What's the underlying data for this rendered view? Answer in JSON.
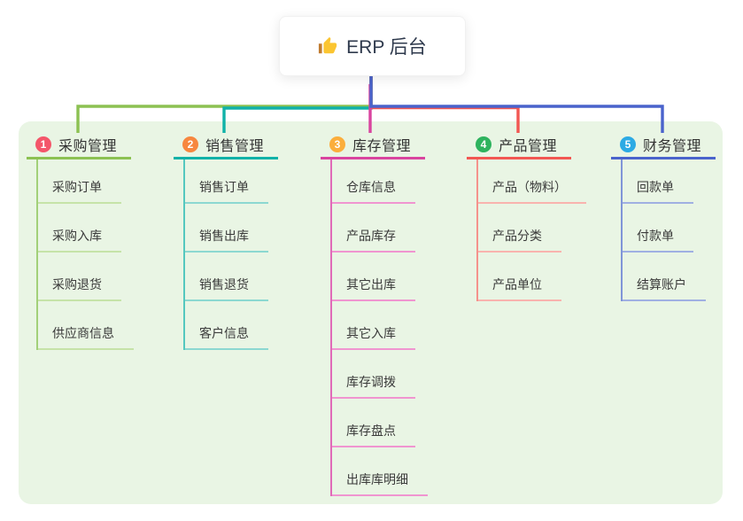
{
  "root": {
    "label": "ERP 后台",
    "icon": "thumbs-up-icon",
    "line_color": "#4a63cc"
  },
  "canvas": {
    "background": "#e9f5e4"
  },
  "text_color": "#333333",
  "branches": [
    {
      "index": "1",
      "title": "采购管理",
      "badge_color": "#f4566a",
      "line_color": "#8cc152",
      "branch_line_color": "#a2d079",
      "item_line_color": "#c6e3a8",
      "children": [
        "采购订单",
        "采购入库",
        "采购退货",
        "供应商信息"
      ]
    },
    {
      "index": "2",
      "title": "销售管理",
      "badge_color": "#f7873f",
      "line_color": "#10b2a8",
      "branch_line_color": "#55c8bf",
      "item_line_color": "#8cd8d1",
      "children": [
        "销售订单",
        "销售出库",
        "销售退货",
        "客户信息"
      ]
    },
    {
      "index": "3",
      "title": "库存管理",
      "badge_color": "#fbae3c",
      "line_color": "#d9449f",
      "branch_line_color": "#e06ab8",
      "item_line_color": "#f095d0",
      "children": [
        "仓库信息",
        "产品库存",
        "其它出库",
        "其它入库",
        "库存调拨",
        "库存盘点",
        "出库库明细"
      ]
    },
    {
      "index": "4",
      "title": "产品管理",
      "badge_color": "#2eb35e",
      "line_color": "#f25752",
      "branch_line_color": "#f5928c",
      "item_line_color": "#f9b3ae",
      "children": [
        "产品（物料）",
        "产品分类",
        "产品单位"
      ]
    },
    {
      "index": "5",
      "title": "财务管理",
      "badge_color": "#2caae4",
      "line_color": "#4a63cc",
      "branch_line_color": "#8095d8",
      "item_line_color": "#a0b0e2",
      "children": [
        "回款单",
        "付款单",
        "结算账户"
      ]
    }
  ]
}
